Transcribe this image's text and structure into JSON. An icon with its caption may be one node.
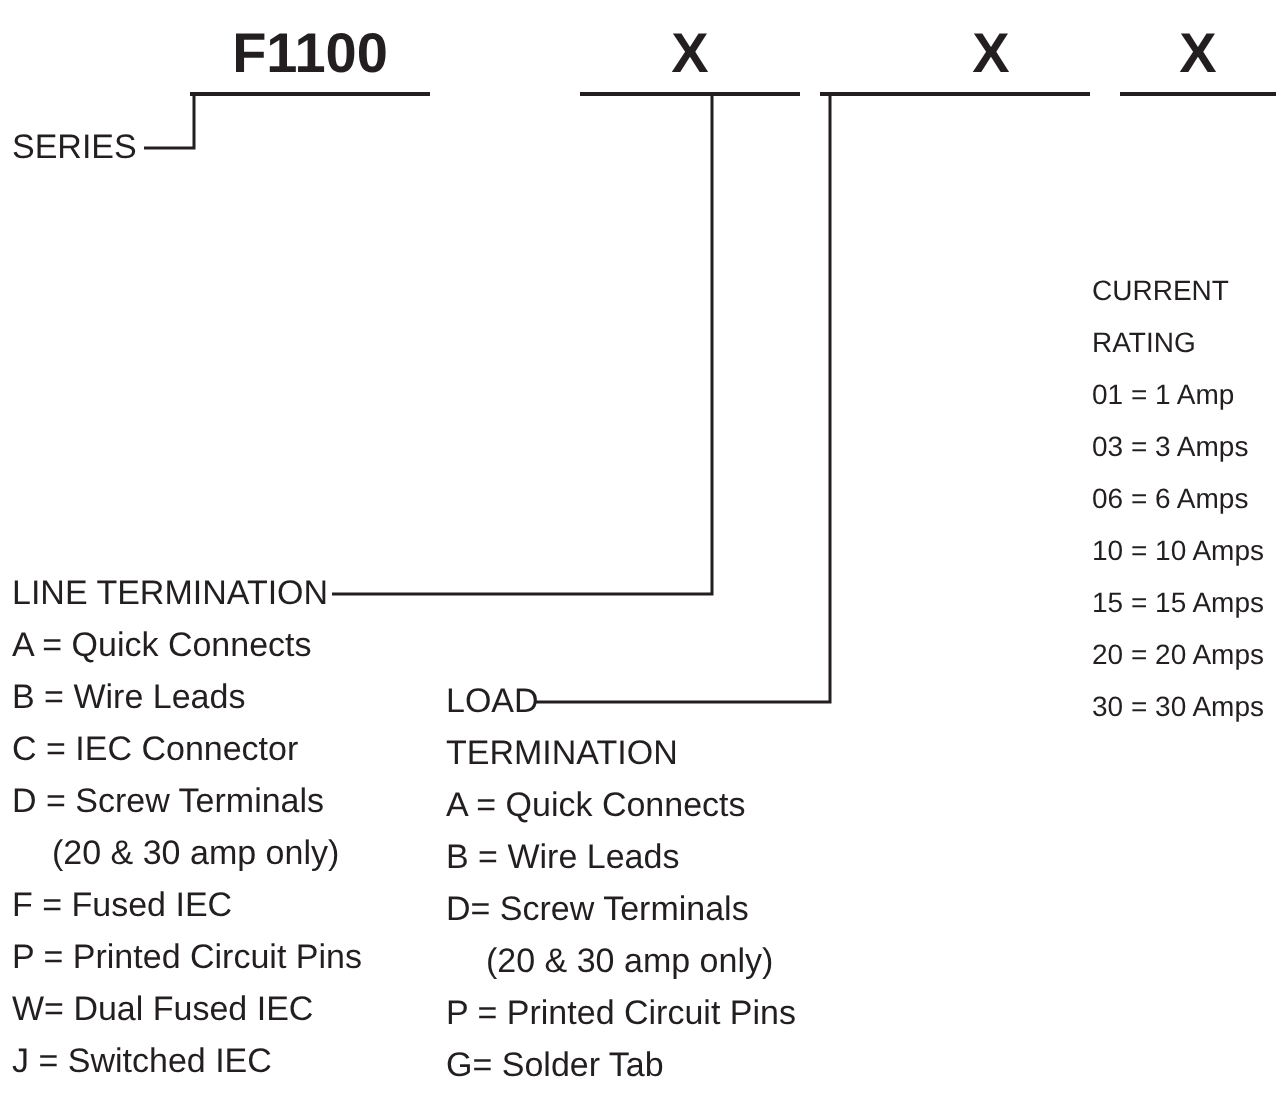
{
  "diagram": {
    "nodes": [
      {
        "text": [
          "F1100"
        ]
      },
      {
        "text": [
          "X"
        ]
      },
      {
        "text": [
          "X"
        ]
      },
      {
        "text": [
          "X"
        ]
      },
      {
        "text": [
          "SERIES"
        ]
      },
      {
        "text": [
          "LINE TERMINATION",
          "A = Quick Connects",
          "B = Wire Leads",
          "C = IEC Connector",
          "D = Screw Terminals",
          "(20 & 30 amp only)",
          "F = Fused IEC",
          "P = Printed Circuit Pins",
          "W= Dual Fused IEC",
          "J = Switched IEC"
        ]
      },
      {
        "text": [
          "LOAD TERMINATION",
          "A = Quick Connects",
          "B = Wire Leads",
          "D= Screw Terminals",
          "(20 & 30 amp only)",
          "P = Printed Circuit Pins",
          "G= Solder Tab"
        ]
      },
      {
        "text": [
          "CURRENT RATING",
          "01 = 1 Amp",
          "03 = 3 Amps",
          "06 = 6 Amps",
          "10 = 10 Amps",
          "15 = 15 Amps",
          "20 = 20 Amps",
          "30 = 30 Amps"
        ]
      }
    ],
    "edges": [
      {
        "from": 4,
        "to": 0,
        "arrow": "none"
      },
      {
        "from": 5,
        "to": 1,
        "arrow": "none"
      },
      {
        "from": 6,
        "to": 2,
        "arrow": "none"
      }
    ]
  }
}
